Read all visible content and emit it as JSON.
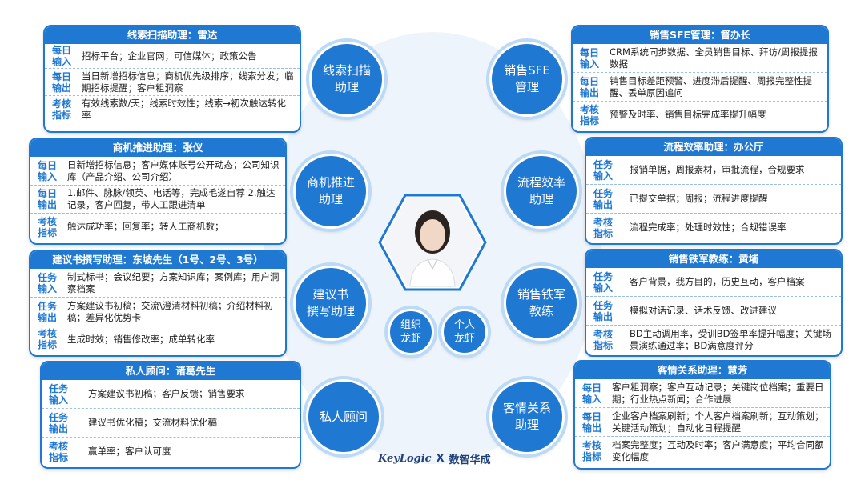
{
  "center_label": "",
  "cards": [
    {
      "title": "线索扫描助理：雷达",
      "rows": [
        {
          "label": "每日\n输入",
          "text": "招标平台；企业官网；可信媒体；政策公告"
        },
        {
          "label": "每日\n输出",
          "text": "当日新增招标信息；商机优先级排序；线索分发；临期招标提醒；客户粗洞察"
        },
        {
          "label": "考核\n指标",
          "text": "有效线索数/天；线索时效性；线索→初次触达转化率"
        }
      ]
    },
    {
      "title": "商机推进助理：张仪",
      "rows": [
        {
          "label": "每日\n输入",
          "text": "日新增招标信息；客户媒体账号公开动态；公司知识库（产品介绍、公司介绍）"
        },
        {
          "label": "每日\n输出",
          "text": "1.邮件、脉脉/领英、电话等，完成毛遂自荐 2.触达记录，客户回复，带人工跟进清单"
        },
        {
          "label": "考核\n指标",
          "text": "触达成功率；回复率；转人工商机数；"
        }
      ]
    },
    {
      "title": "建议书撰写助理：东坡先生（1号、2号、3号）",
      "rows": [
        {
          "label": "任务\n输入",
          "text": "制式标书；会议纪要；方案知识库；案例库；用户洞察档案"
        },
        {
          "label": "任务\n输出",
          "text": "方案建议书初稿；交流\\澄清材料初稿；介绍材料初稿；差异化优势卡"
        },
        {
          "label": "考核\n指标",
          "text": "生成时效；销售修改率；成单转化率"
        }
      ]
    },
    {
      "title": "私人顾问：诸葛先生",
      "rows": [
        {
          "label": "任务\n输入",
          "text": "方案建议书初稿；客户反馈；销售要求"
        },
        {
          "label": "任务\n输出",
          "text": "建议书优化稿；交流材料优化稿"
        },
        {
          "label": "考核\n指标",
          "text": "赢单率；客户认可度"
        }
      ]
    },
    {
      "title": "销售SFE管理：督办长",
      "rows": [
        {
          "label": "每日\n输入",
          "text": "CRM系统同步数据、全员销售目标、拜访/周报提报数据"
        },
        {
          "label": "每日\n输出",
          "text": "销售目标差距预警、进度滞后提醒、周报完整性提醒、丢单原因追问"
        },
        {
          "label": "考核\n指标",
          "text": "预警及时率、销售目标完成率提升幅度"
        }
      ]
    },
    {
      "title": "流程效率助理：办公厅",
      "rows": [
        {
          "label": "任务\n输入",
          "text": "报销单据，周报素材，审批流程，合规要求"
        },
        {
          "label": "任务\n输出",
          "text": "已提交单据；周报；流程进度提醒"
        },
        {
          "label": "考核\n指标",
          "text": "流程完成率；处理时效性；合规错误率"
        }
      ]
    },
    {
      "title": "销售铁军教练：黄埔",
      "rows": [
        {
          "label": "任务\n输入",
          "text": "客户背景，我方目的，历史互动，客户档案"
        },
        {
          "label": "任务\n输出",
          "text": "模拟对话记录、话术反馈、改进建议"
        },
        {
          "label": "考核\n指标",
          "text": "BD主动调用率，受训BD签单率提升幅度；关键场景演练通过率；BD满意度评分"
        }
      ]
    },
    {
      "title": "客情关系助理：慧芳",
      "rows": [
        {
          "label": "每日\n输入",
          "text": "客户粗洞察；客户互动记录；关键岗位档案；重要日期；行业热点新闻；合作进展"
        },
        {
          "label": "每日\n输出",
          "text": "企业客户档案刷新；个人客户档案刷新；互动策划；关键活动策划；自动化日程提醒"
        },
        {
          "label": "考核\n指标",
          "text": "档案完整度；互动及时率；客户满意度；平均合同额变化幅度"
        }
      ]
    }
  ],
  "circles": [
    "线索扫描\n助理",
    "商机推进\n助理",
    "建议书\n撰写助理",
    "私人顾问",
    "销售SFE\n管理",
    "流程效率\n助理",
    "销售铁军\n教练",
    "客情关系\n助理",
    "组织\n龙虾",
    "个人\n龙虾"
  ],
  "footer": {
    "brand1": "KeyLogic",
    "separator": "X",
    "brand2": "数智华成"
  },
  "colors": {
    "primary": "#1f78d1",
    "ring": "#bcd9f5",
    "dash": "#9bbfe6"
  }
}
